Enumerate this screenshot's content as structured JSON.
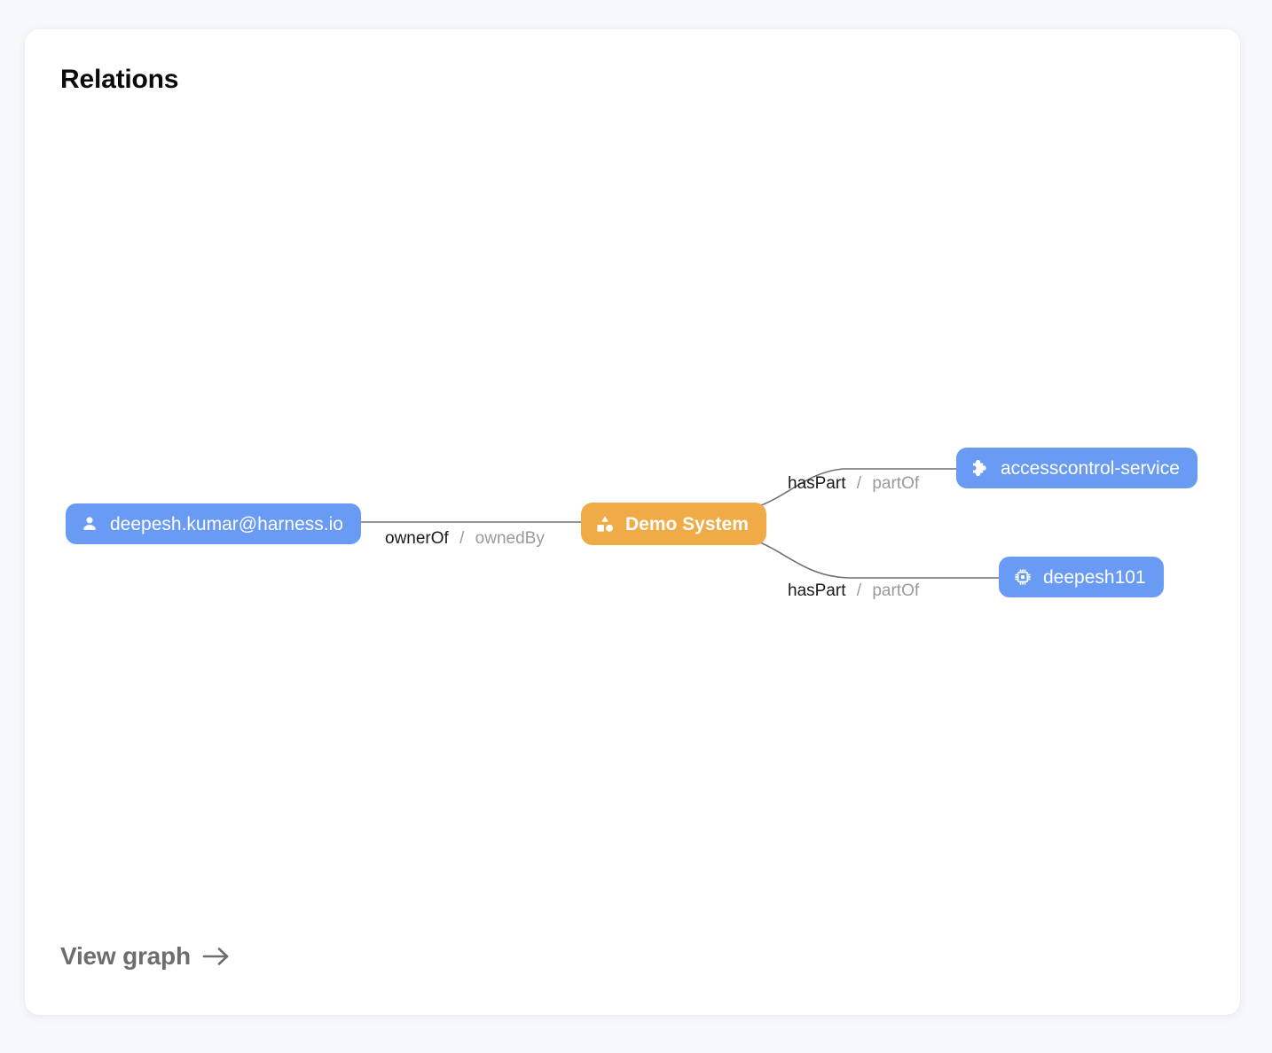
{
  "card": {
    "title": "Relations",
    "view_graph_label": "View graph",
    "view_graph_icon": "arrow-right-icon"
  },
  "colors": {
    "page_background": "#f7f8fc",
    "card_background": "#ffffff",
    "node_blue": "#6a9bf4",
    "node_orange": "#efab46",
    "edge_line": "#707070",
    "label_primary": "#1a1a1a",
    "label_secondary": "#9a9a9a",
    "view_graph": "#6d6d6d"
  },
  "graph": {
    "nodes": [
      {
        "id": "user",
        "label": "deepesh.kumar@harness.io",
        "kind": "user",
        "icon": "person-icon",
        "color": "#6a9bf4"
      },
      {
        "id": "system",
        "label": "Demo System",
        "kind": "system",
        "icon": "shapes-icon",
        "color": "#efab46"
      },
      {
        "id": "component",
        "label": "accesscontrol-service",
        "kind": "component",
        "icon": "puzzle-piece-icon",
        "color": "#6a9bf4"
      },
      {
        "id": "resource",
        "label": "deepesh101",
        "kind": "resource",
        "icon": "chip-icon",
        "color": "#6a9bf4"
      }
    ],
    "edges": [
      {
        "source": "user",
        "target": "system",
        "forward": "ownerOf",
        "separator": "/",
        "reverse": "ownedBy"
      },
      {
        "source": "system",
        "target": "component",
        "forward": "hasPart",
        "separator": "/",
        "reverse": "partOf"
      },
      {
        "source": "system",
        "target": "resource",
        "forward": "hasPart",
        "separator": "/",
        "reverse": "partOf"
      }
    ]
  }
}
